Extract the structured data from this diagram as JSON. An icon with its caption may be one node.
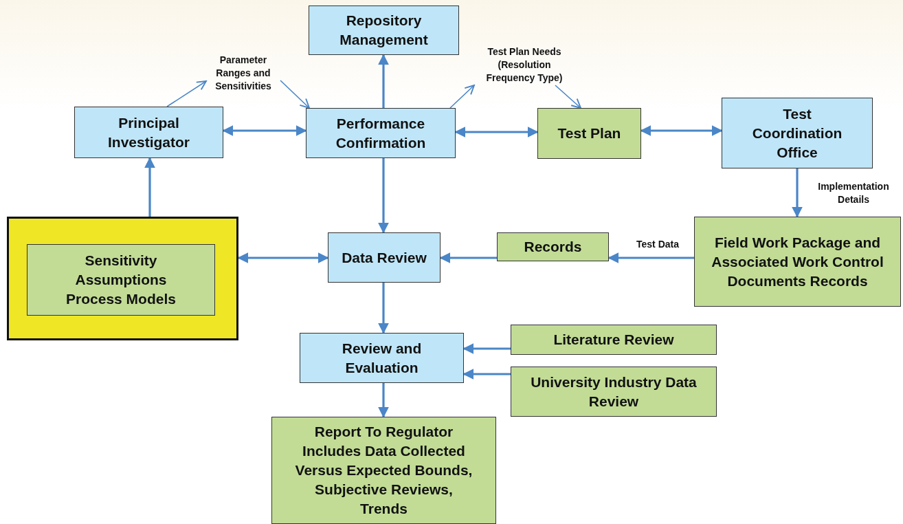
{
  "diagram": {
    "nodes": [
      {
        "text": [
          "Repository Management"
        ]
      },
      {
        "text": [
          "Parameter Ranges and Sensitivities"
        ]
      },
      {
        "text": [
          "Test Plan Needs (Resolution Frequency Type)"
        ]
      },
      {
        "text": [
          "Principal Investigator"
        ]
      },
      {
        "text": [
          "Performance Confirmation"
        ]
      },
      {
        "text": [
          "Test Plan"
        ]
      },
      {
        "text": [
          "Test Coordination Office"
        ]
      },
      {
        "text": [],
        "shape": "box"
      },
      {
        "text": [
          "Sensitivity Assumptions Process Models"
        ],
        "in": 7
      },
      {
        "text": [
          "Data Review"
        ]
      },
      {
        "text": [
          "Records"
        ]
      },
      {
        "text": [
          "Field Work Package and Associated Work Control Documents Records"
        ]
      },
      {
        "text": [
          "Review and Evaluation"
        ]
      },
      {
        "text": [
          "Literature Review"
        ]
      },
      {
        "text": [
          "University Industry Data Review"
        ]
      },
      {
        "text": [
          "Report To Regulator Includes Data Collected Versus Expected Bounds, Subjective Reviews, Trends"
        ]
      }
    ],
    "edges": [
      {
        "from": 3,
        "to": 4,
        "arrow": "both"
      },
      {
        "from": 4,
        "to": 0,
        "arrow": "to"
      },
      {
        "from": 4,
        "to": 5,
        "arrow": "both"
      },
      {
        "from": 5,
        "to": 6,
        "arrow": "both"
      },
      {
        "from": 4,
        "to": 9,
        "arrow": "to"
      },
      {
        "from": 6,
        "to": 11,
        "arrow": "to",
        "label": "Implementation Details"
      },
      {
        "from": 11,
        "to": 10,
        "arrow": "to",
        "label": "Test Data"
      },
      {
        "from": 10,
        "to": 9,
        "arrow": "to"
      },
      {
        "from": 7,
        "to": 3,
        "arrow": "to"
      },
      {
        "from": 7,
        "to": 9,
        "arrow": "both"
      },
      {
        "from": 9,
        "to": 12,
        "arrow": "to"
      },
      {
        "from": 13,
        "to": 12,
        "arrow": "to"
      },
      {
        "from": 14,
        "to": 12,
        "arrow": "to"
      },
      {
        "from": 12,
        "to": 15,
        "arrow": "to"
      },
      {
        "from": 3,
        "to": 1,
        "arrow": "to"
      },
      {
        "from": 1,
        "to": 4,
        "arrow": "to"
      },
      {
        "from": 4,
        "to": 2,
        "arrow": "to"
      },
      {
        "from": 2,
        "to": 5,
        "arrow": "to"
      }
    ]
  }
}
